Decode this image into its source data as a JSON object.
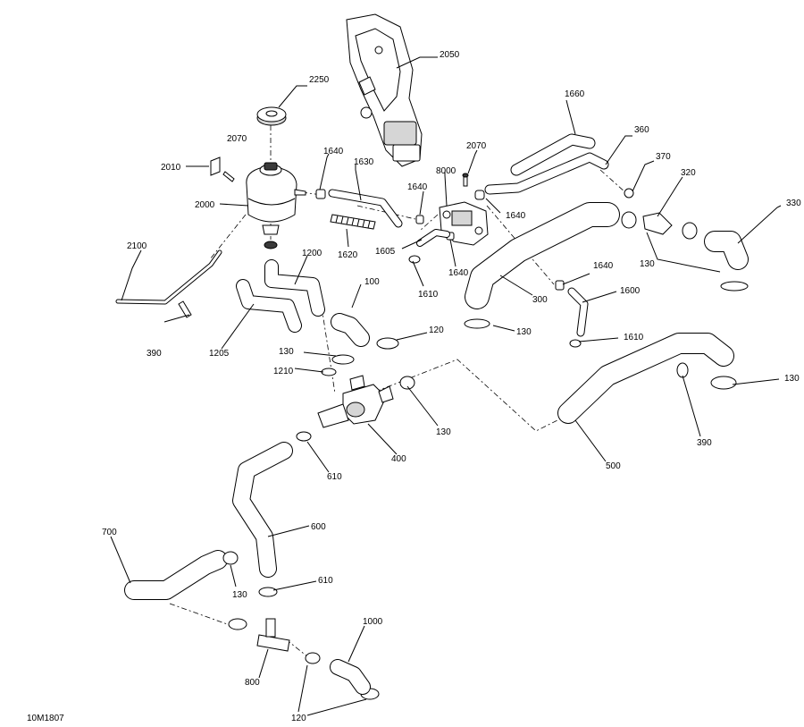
{
  "figure_ref": "10M1807",
  "callouts": {
    "p2050": "2050",
    "p2250": "2250",
    "p1660": "1660",
    "p360": "360",
    "p2070a": "2070",
    "p2070b": "2070",
    "p1640a": "1640",
    "p1630": "1630",
    "p8000": "8000",
    "p370": "370",
    "p320": "320",
    "p330": "330",
    "p2010": "2010",
    "p2000": "2000",
    "p1640b": "1640",
    "p1640c": "1640",
    "p1620": "1620",
    "p1605": "1605",
    "p1640d": "1640",
    "p130a": "130",
    "p2100": "2100",
    "p1200": "1200",
    "p1610a": "1610",
    "p300": "300",
    "p1640e": "1640",
    "p1600": "1600",
    "p100": "100",
    "p120a": "120",
    "p130b": "130",
    "p390a": "390",
    "p1205": "1205",
    "p130c": "130",
    "p1610b": "1610",
    "p1210": "1210",
    "p130d": "130",
    "p130e": "130",
    "p390b": "390",
    "p400": "400",
    "p610a": "610",
    "p500": "500",
    "p700": "700",
    "p600": "600",
    "p610b": "610",
    "p130f": "130",
    "p1000": "1000",
    "p800": "800",
    "p120b": "120"
  }
}
